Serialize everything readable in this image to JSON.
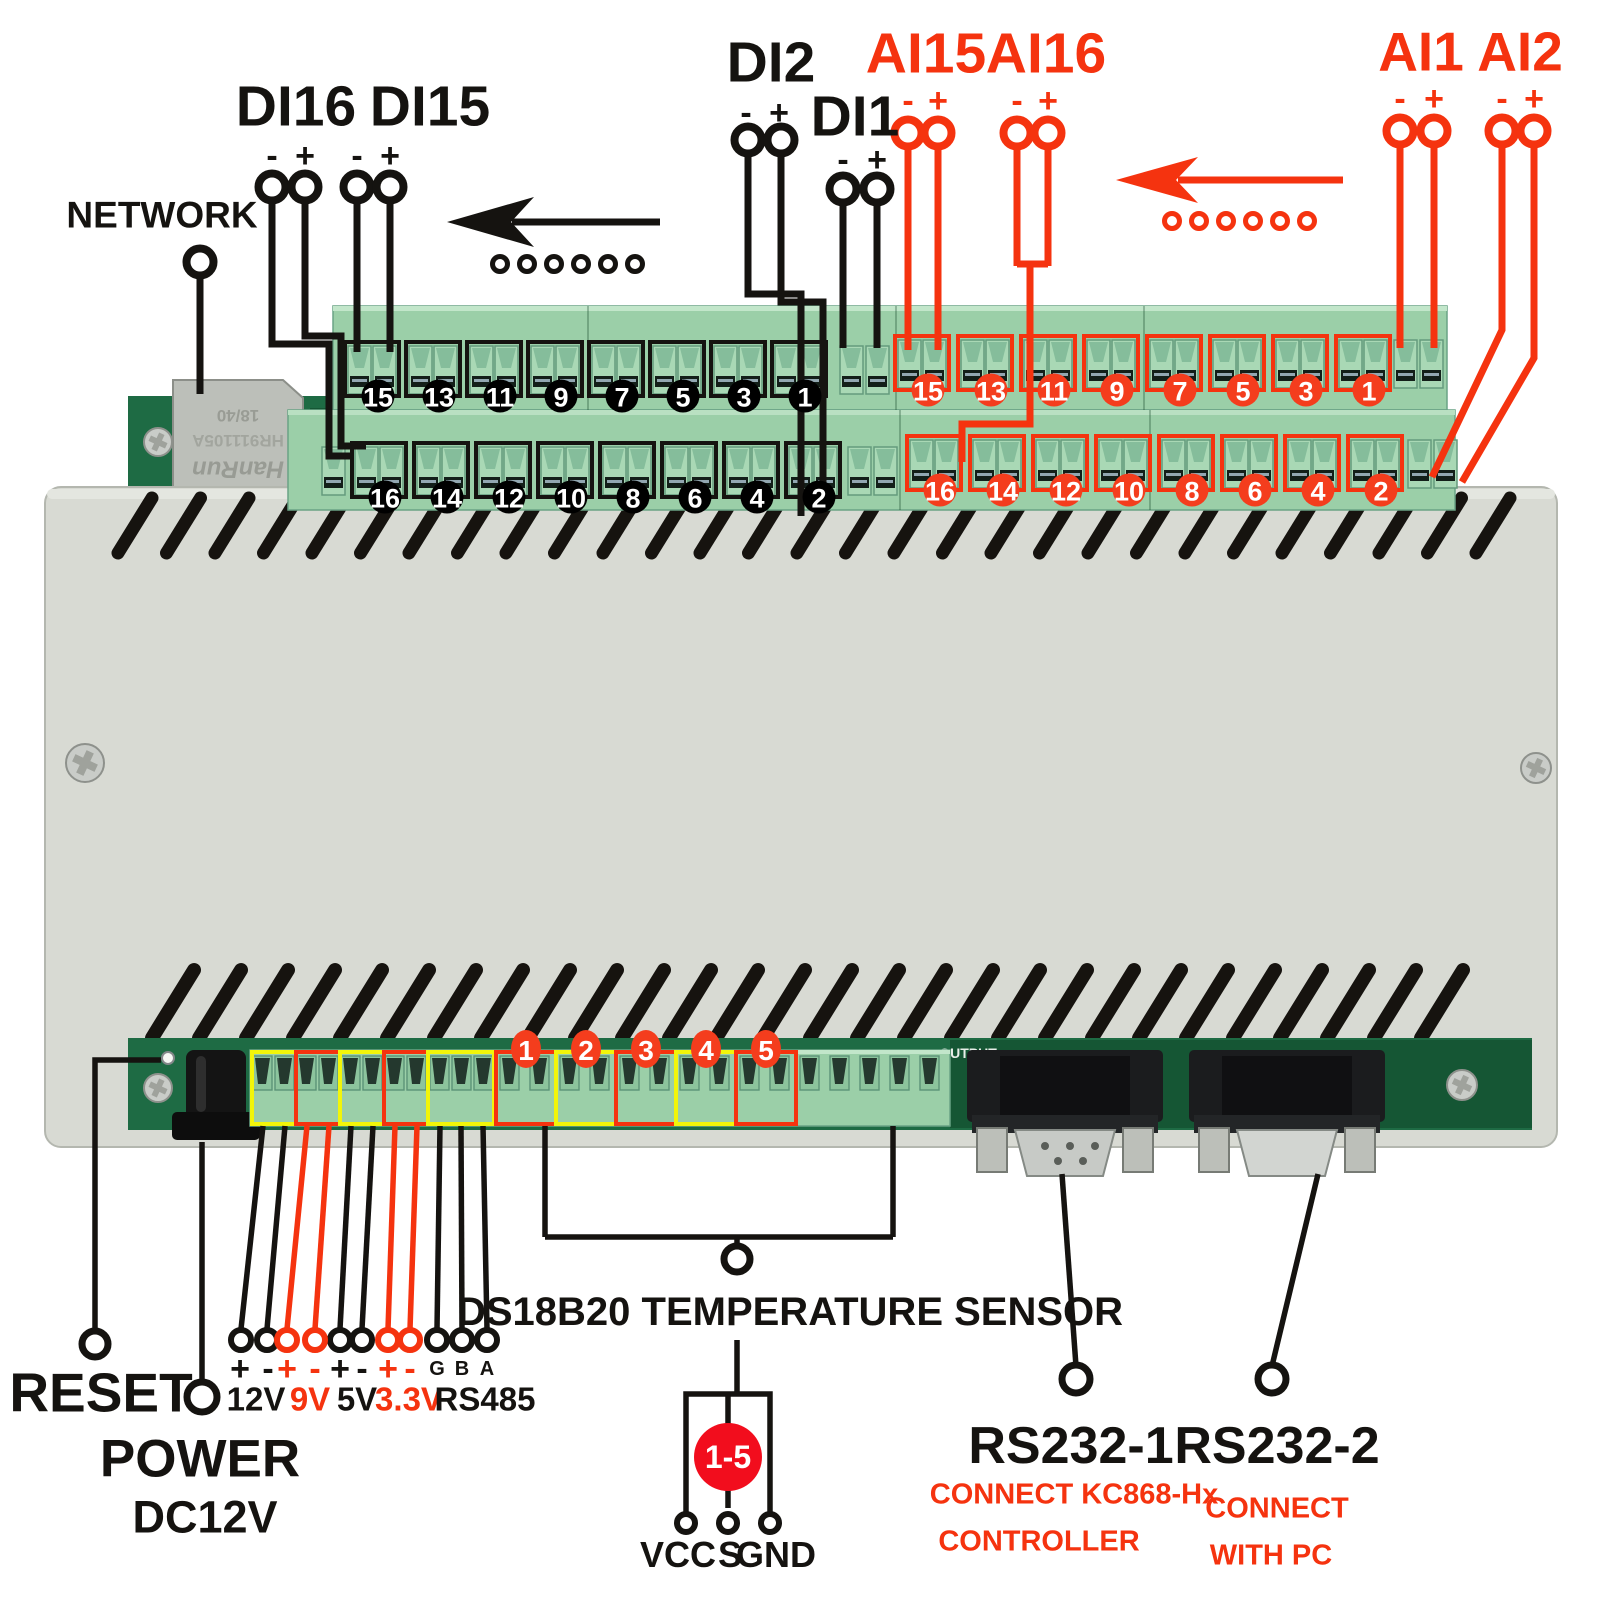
{
  "labels": {
    "network": "NETWORK",
    "di16": "DI16",
    "di15": "DI15",
    "di2": "DI2",
    "di1": "DI1",
    "ai15": "AI15",
    "ai16": "AI16",
    "ai1": "AI1",
    "ai2": "AI2",
    "minus": "-",
    "plus": "+",
    "reset": "RESET",
    "power": "POWER",
    "power_voltage": "DC12V",
    "v12": "12V",
    "v9": "9V",
    "v5": "5V",
    "v33": "3.3V",
    "rs485": "RS485",
    "g": "G",
    "b": "B",
    "a": "A",
    "ds18b20": "DS18B20 TEMPERATURE SENSOR",
    "range_1_5": "1-5",
    "vcc": "VCC",
    "s": "S",
    "gnd": "GND",
    "rs232_1": "RS232-1",
    "rs232_2": "RS232-2",
    "rs232_1_note_line1": "CONNECT KC868-Hx",
    "rs232_1_note_line2": "CONTROLLER",
    "rs232_2_note_line1": "CONNECT",
    "rs232_2_note_line2": "WITH PC"
  },
  "device_markings": {
    "rj45_line1": "18/40",
    "rj45_line2": "HR911105A",
    "rj45_line3": "HanRun",
    "pcb_tag": "5",
    "pcb_output": "OUTPUT"
  },
  "terminals": {
    "di_top": [
      15,
      13,
      11,
      9,
      7,
      5,
      3,
      1
    ],
    "di_bottom": [
      16,
      14,
      12,
      10,
      8,
      6,
      4,
      2
    ],
    "ai_top": [
      15,
      13,
      11,
      9,
      7,
      5,
      3,
      1
    ],
    "ai_bottom": [
      16,
      14,
      12,
      10,
      8,
      6,
      4,
      2
    ],
    "sensor_ports": [
      1,
      2,
      3,
      4,
      5
    ]
  },
  "colors": {
    "annotation_black": "#151310",
    "annotation_red": "#f5330f",
    "badge_red": "#f43d1d",
    "highlight_yellow": "#f2f50a"
  }
}
